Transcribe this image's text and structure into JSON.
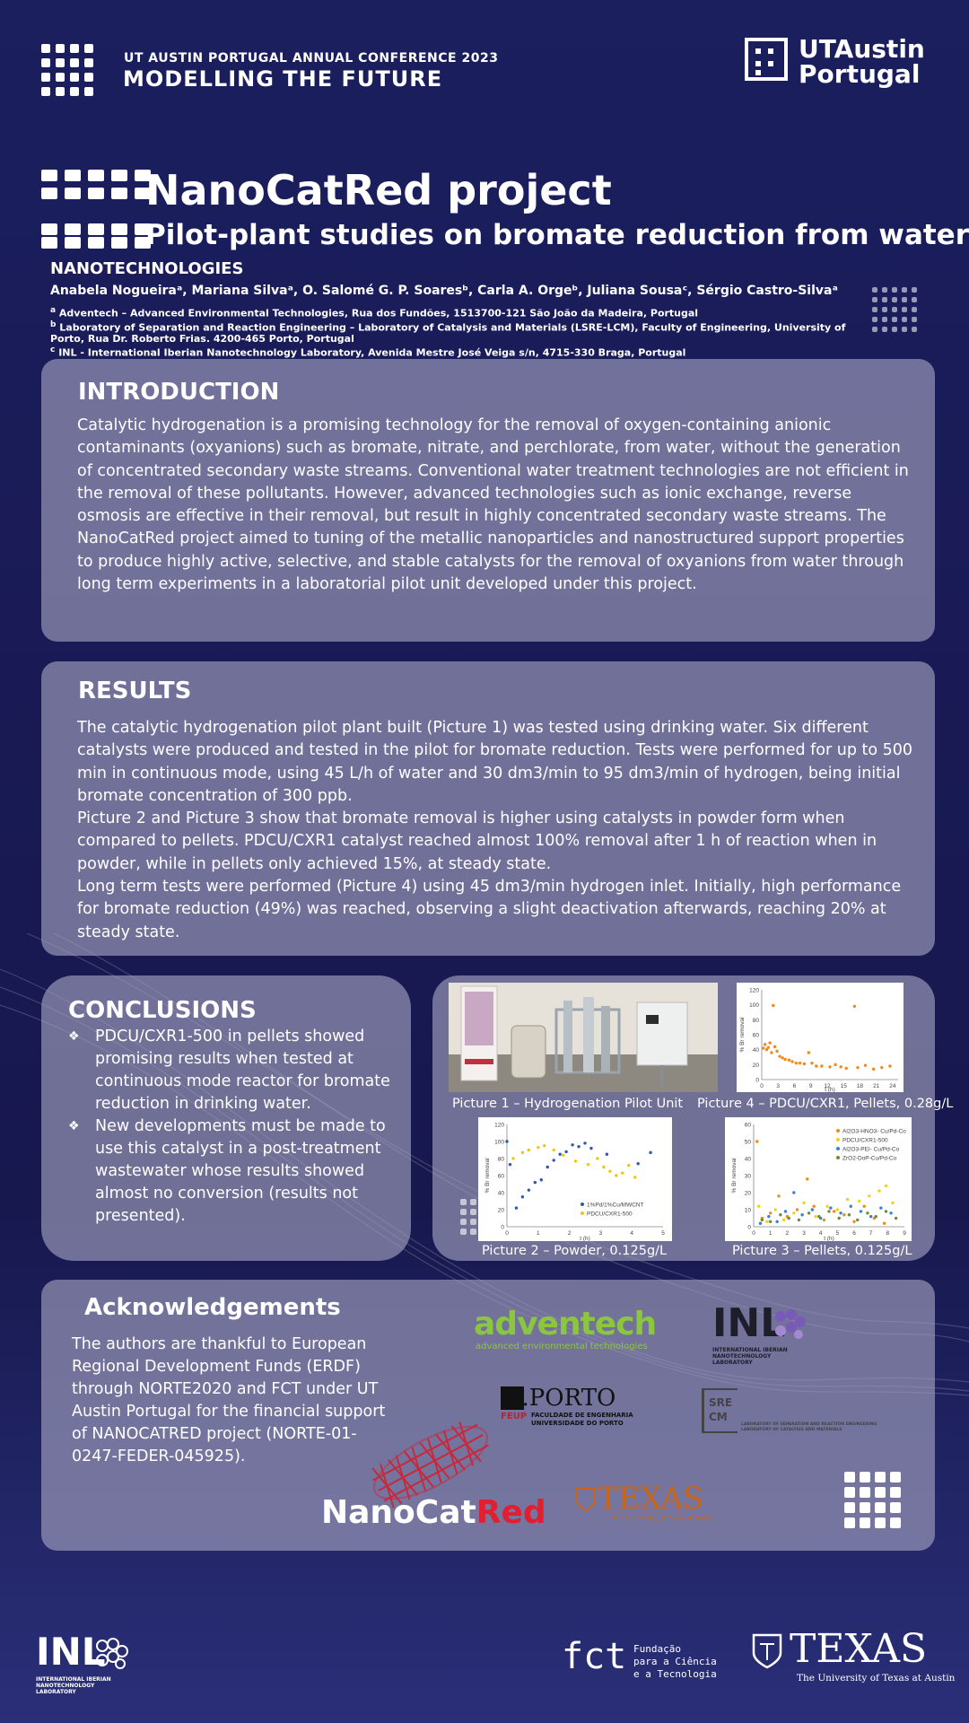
{
  "header": {
    "conference": "UT AUSTIN PORTUGAL ANNUAL CONFERENCE 2023",
    "tagline": "MODELLING THE FUTURE",
    "logo_line1": "UTAustin",
    "logo_line2": "Portugal"
  },
  "title": {
    "project": "NanoCatRed project",
    "subtitle": "Pilot-plant studies on bromate reduction from water",
    "field": "NANOTECHNOLOGIES",
    "authors": "Anabela Nogueiraᵃ, Mariana Silvaᵃ, O. Salomé G. P. Soaresᵇ, Carla A. Orgeᵇ, Juliana Sousaᶜ, Sérgio Castro-Silvaᵃ",
    "affiliations": [
      {
        "mark": "a",
        "text": "Adventech – Advanced Environmental Technologies, Rua dos Fundões, 1513700-121 São João da Madeira, Portugal"
      },
      {
        "mark": "b",
        "text": "Laboratory of Separation and Reaction Engineering – Laboratory of Catalysis and Materials (LSRE-LCM), Faculty of Engineering, University of Porto, Rua Dr. Roberto Frias. 4200-465 Porto, Portugal"
      },
      {
        "mark": "c",
        "text": "INL - International Iberian Nanotechnology Laboratory, Avenida Mestre José Veiga s/n, 4715-330 Braga, Portugal"
      }
    ]
  },
  "introduction": {
    "heading": "INTRODUCTION",
    "body": "Catalytic hydrogenation is a promising technology for the removal of oxygen-containing anionic contaminants (oxyanions) such as bromate, nitrate, and perchlorate, from water, without the generation of concentrated secondary waste streams. Conventional water treatment technologies are not efficient in the removal of these pollutants. However, advanced technologies such as ionic exchange, reverse osmosis are effective in their removal, but result in highly concentrated secondary waste streams. The NanoCatRed project aimed to tuning of the metallic nanoparticles and nanostructured support properties to produce highly active, selective, and stable catalysts for the removal of oxyanions from water through long term experiments in a laboratorial pilot unit developed under this project."
  },
  "results": {
    "heading": "RESULTS",
    "p1": "The catalytic hydrogenation pilot plant built (Picture 1) was tested using drinking water. Six different catalysts were produced and tested in the pilot for bromate reduction. Tests were performed for up to 500 min in continuous mode, using 45 L/h of water and 30 dm3/min to 95 dm3/min of hydrogen, being initial bromate concentration of 300 ppb.",
    "p2": "Picture 2 and Picture 3 show that bromate removal is higher using catalysts in powder form when compared to pellets. PDCU/CXR1 catalyst reached almost 100% removal after 1 h of reaction when in powder, while in pellets only achieved 15%, at steady state.",
    "p3": "Long term tests were performed (Picture 4) using 45 dm3/min hydrogen inlet. Initially, high performance for bromate reduction (49%) was reached, observing a slight deactivation afterwards, reaching 20% at steady state."
  },
  "conclusions": {
    "heading": "CONCLUSIONS",
    "items": [
      "PDCU/CXR1-500 in pellets showed promising results when tested at continuous mode reactor for bromate reduction in drinking water.",
      "New developments must be made to use this catalyst in a post-treatment wastewater whose results showed almost no conversion (results not presented)."
    ]
  },
  "figures": {
    "cap1": "Picture 1 – Hydrogenation Pilot Unit",
    "cap2": "Picture 2 – Powder, 0.125g/L",
    "cap3": "Picture 3 – Pellets, 0.125g/L",
    "cap4": "Picture 4 – PDCU/CXR1, Pellets, 0.28g/L"
  },
  "chart_data": [
    {
      "type": "scatter",
      "id": "picture4",
      "ylabel": "% Br removal",
      "xlabel": "t (h)",
      "xticks": [
        0,
        3,
        6,
        9,
        12,
        15,
        18,
        21,
        24
      ],
      "yticks": [
        0,
        20,
        40,
        60,
        80,
        100,
        120
      ],
      "xlim": [
        0,
        25
      ],
      "ylim": [
        0,
        120
      ],
      "series": [
        {
          "color": "#f28a1a",
          "points": [
            [
              0.3,
              42
            ],
            [
              0.6,
              47
            ],
            [
              0.9,
              40
            ],
            [
              1.2,
              43
            ],
            [
              1.5,
              49
            ],
            [
              1.8,
              36
            ],
            [
              2.1,
              99
            ],
            [
              2.4,
              44
            ],
            [
              2.8,
              38
            ],
            [
              3.3,
              31
            ],
            [
              3.8,
              29
            ],
            [
              4.3,
              27
            ],
            [
              5,
              26
            ],
            [
              5.6,
              24
            ],
            [
              6.3,
              22
            ],
            [
              7,
              22
            ],
            [
              7.8,
              21
            ],
            [
              8.6,
              36
            ],
            [
              9.2,
              22
            ],
            [
              10,
              18
            ],
            [
              11,
              18
            ],
            [
              12.5,
              17
            ],
            [
              13.5,
              20
            ],
            [
              14.5,
              17
            ],
            [
              15.5,
              15
            ],
            [
              17,
              98
            ],
            [
              17.6,
              16
            ],
            [
              19,
              19
            ],
            [
              20.5,
              14
            ],
            [
              22,
              16
            ],
            [
              23.5,
              18
            ]
          ]
        }
      ]
    },
    {
      "type": "scatter",
      "id": "picture2",
      "ylabel": "% Br removal",
      "xlabel": "t (h)",
      "xticks": [
        0,
        1,
        2,
        3,
        4,
        5
      ],
      "yticks": [
        0,
        20,
        40,
        60,
        80,
        100,
        120
      ],
      "xlim": [
        0,
        5
      ],
      "ylim": [
        0,
        120
      ],
      "legend": "bottom-right",
      "series": [
        {
          "name": "1%Pd/1%Cu/MWCNT",
          "color": "#2f56b8",
          "points": [
            [
              0,
              100
            ],
            [
              0.1,
              73
            ],
            [
              0.3,
              22
            ],
            [
              0.5,
              35
            ],
            [
              0.7,
              43
            ],
            [
              0.9,
              52
            ],
            [
              1.1,
              55
            ],
            [
              1.3,
              70
            ],
            [
              1.5,
              78
            ],
            [
              1.7,
              85
            ],
            [
              1.9,
              88
            ],
            [
              2.1,
              96
            ],
            [
              2.3,
              94
            ],
            [
              2.5,
              98
            ],
            [
              2.7,
              92
            ],
            [
              3.2,
              85
            ],
            [
              4.2,
              74
            ],
            [
              4.6,
              87
            ]
          ]
        },
        {
          "name": "PDCU/CXR1-500",
          "color": "#f2c41a",
          "points": [
            [
              0.2,
              80
            ],
            [
              0.5,
              87
            ],
            [
              0.7,
              90
            ],
            [
              1.0,
              93
            ],
            [
              1.2,
              95
            ],
            [
              1.5,
              90
            ],
            [
              1.8,
              84
            ],
            [
              2.2,
              77
            ],
            [
              2.6,
              73
            ],
            [
              2.9,
              80
            ],
            [
              3.1,
              70
            ],
            [
              3.3,
              65
            ],
            [
              3.5,
              60
            ],
            [
              3.7,
              63
            ],
            [
              3.9,
              72
            ],
            [
              4.1,
              58
            ]
          ]
        }
      ]
    },
    {
      "type": "scatter",
      "id": "picture3",
      "ylabel": "% Br removal",
      "xlabel": "t (h)",
      "xticks": [
        0,
        1,
        2,
        3,
        4,
        5,
        6,
        7,
        8,
        9
      ],
      "yticks": [
        0,
        10,
        20,
        30,
        40,
        50,
        60
      ],
      "xlim": [
        0,
        9
      ],
      "ylim": [
        0,
        60
      ],
      "legend": "top-right",
      "series": [
        {
          "name": "Al2O3-HNO3- Cu/Pd-Co",
          "color": "#f28a1a",
          "points": [
            [
              0.2,
              50
            ],
            [
              0.5,
              5
            ],
            [
              1,
              8
            ],
            [
              1.5,
              18
            ],
            [
              2,
              6
            ],
            [
              2.6,
              10
            ],
            [
              3.2,
              28
            ],
            [
              3.6,
              12
            ],
            [
              4.2,
              4
            ],
            [
              4.8,
              9
            ],
            [
              5.4,
              7
            ],
            [
              6,
              3
            ],
            [
              6.6,
              12
            ],
            [
              7.2,
              5
            ],
            [
              7.8,
              2
            ]
          ]
        },
        {
          "name": "PDCU/CXR1-500",
          "color": "#f2d21a",
          "points": [
            [
              0.3,
              12
            ],
            [
              0.8,
              3
            ],
            [
              1.3,
              10
            ],
            [
              1.8,
              4
            ],
            [
              2.4,
              8
            ],
            [
              3,
              14
            ],
            [
              3.7,
              6
            ],
            [
              4.4,
              12
            ],
            [
              5,
              10
            ],
            [
              5.6,
              16
            ],
            [
              6.3,
              15
            ],
            [
              6.9,
              18
            ],
            [
              7.5,
              21
            ],
            [
              7.9,
              24
            ],
            [
              8.3,
              14
            ]
          ]
        },
        {
          "name": "Al2O3-PEI- Cu/Pd-Co",
          "color": "#3d7fd1",
          "points": [
            [
              0.4,
              2
            ],
            [
              0.9,
              6
            ],
            [
              1.4,
              3
            ],
            [
              1.9,
              9
            ],
            [
              2.4,
              20
            ],
            [
              2.9,
              7
            ],
            [
              3.5,
              10
            ],
            [
              4,
              5
            ],
            [
              4.6,
              11
            ],
            [
              5.2,
              8
            ],
            [
              5.8,
              12
            ],
            [
              6.4,
              9
            ],
            [
              7,
              6
            ],
            [
              7.6,
              11
            ],
            [
              8.2,
              8
            ]
          ]
        },
        {
          "name": "ZrO2-DoP-Cu/Pd-Co",
          "color": "#6c8c3a",
          "points": [
            [
              0.5,
              4
            ],
            [
              1,
              3
            ],
            [
              1.6,
              7
            ],
            [
              2.1,
              5
            ],
            [
              2.7,
              4
            ],
            [
              3.3,
              8
            ],
            [
              3.9,
              6
            ],
            [
              4.5,
              9
            ],
            [
              5.1,
              5
            ],
            [
              5.7,
              7
            ],
            [
              6.2,
              4
            ],
            [
              6.8,
              8
            ],
            [
              7.3,
              6
            ],
            [
              7.9,
              9
            ],
            [
              8.5,
              5
            ]
          ]
        }
      ]
    }
  ],
  "acknowledgements": {
    "heading": "Acknowledgements",
    "body": "The authors are thankful to European Regional Development Funds (ERDF) through NORTE2020 and FCT under UT Austin Portugal for the financial support of NANOCATRED project (NORTE-01-0247-FEDER-045925)."
  },
  "logos": {
    "adventech": "adventech",
    "adventech_tag": "advanced environmental technologies",
    "inl": "INL",
    "inl_tag": "INTERNATIONAL IBERIAN NANOTECHNOLOGY LABORATORY",
    "uporto": "U.PORTO",
    "uporto_tag": "FACULDADE DE ENGENHARIA UNIVERSIDADE DO PORTO",
    "feup": "FEUP",
    "srecm": "SRE CM",
    "srecm_tag": "LABORATORY OF SEPARATION AND REACTION ENGINEERING LABORATORY OF CATALYSIS AND MATERIALS",
    "nanocatred_a": "NanoCat",
    "nanocatred_b": "Red",
    "texas": "TEXAS",
    "texas_tag": "The University of Texas at Austin",
    "fct": "fct",
    "fct_tag1": "Fundação",
    "fct_tag2": "para a Ciência",
    "fct_tag3": "e a Tecnologia",
    "texas_footer": "TEXAS",
    "texas_footer_tag": "The University of Texas at Austin",
    "inl_footer": "INL",
    "inl_footer_tag": "INTERNATIONAL IBERIAN NANOTECHNOLOGY LABORATORY"
  },
  "colors": {
    "background": "#1b1f5e",
    "card": "#a8a6c4",
    "nanocat": "#ffffff",
    "red": "#e02030",
    "adventech_green": "#8cc63f",
    "adventech_blue": "#3aa0d8",
    "texas_orange": "#c8651a"
  }
}
